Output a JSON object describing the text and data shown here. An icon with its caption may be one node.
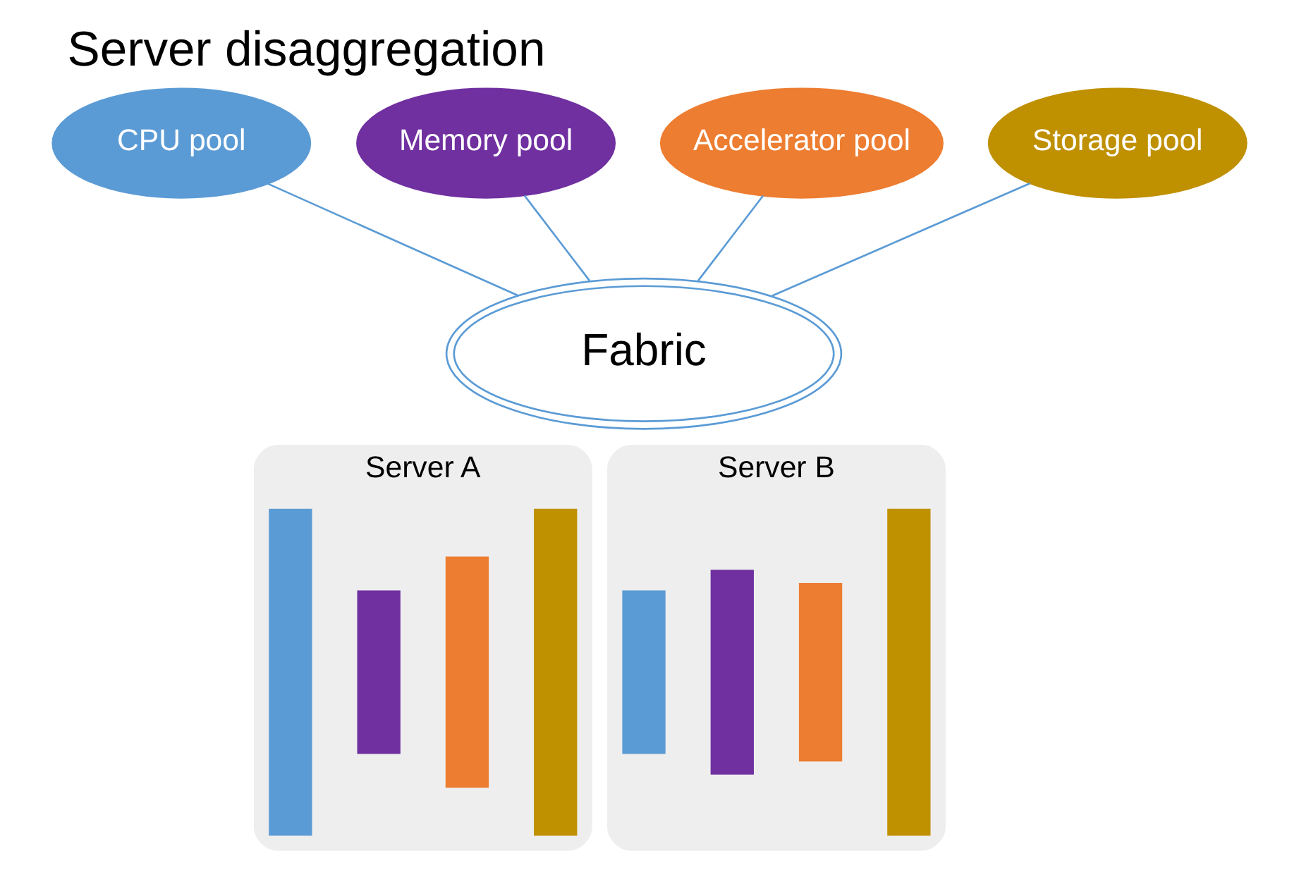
{
  "diagram": {
    "title": "Server disaggregation",
    "nodes": [
      {
        "text": [
          "CPU pool"
        ]
      },
      {
        "text": [
          "Memory pool"
        ]
      },
      {
        "text": [
          "Accelerator pool"
        ]
      },
      {
        "text": [
          "Storage pool"
        ]
      },
      {
        "text": [
          "Fabric"
        ]
      },
      {
        "text": [
          "Server A"
        ]
      },
      {
        "text": [],
        "shape": "bar",
        "in": 5
      },
      {
        "text": [],
        "shape": "bar",
        "in": 5
      },
      {
        "text": [],
        "shape": "bar",
        "in": 5
      },
      {
        "text": [],
        "shape": "bar",
        "in": 5
      },
      {
        "text": [
          "Server B"
        ]
      },
      {
        "text": [],
        "shape": "bar",
        "in": 10
      },
      {
        "text": [],
        "shape": "bar",
        "in": 10
      },
      {
        "text": [],
        "shape": "bar",
        "in": 10
      },
      {
        "text": [],
        "shape": "bar",
        "in": 10
      }
    ],
    "edges": [
      {
        "from": 0,
        "to": 4,
        "arrow": "none"
      },
      {
        "from": 1,
        "to": 4,
        "arrow": "none"
      },
      {
        "from": 2,
        "to": 4,
        "arrow": "none"
      },
      {
        "from": 3,
        "to": 4,
        "arrow": "none"
      }
    ]
  }
}
